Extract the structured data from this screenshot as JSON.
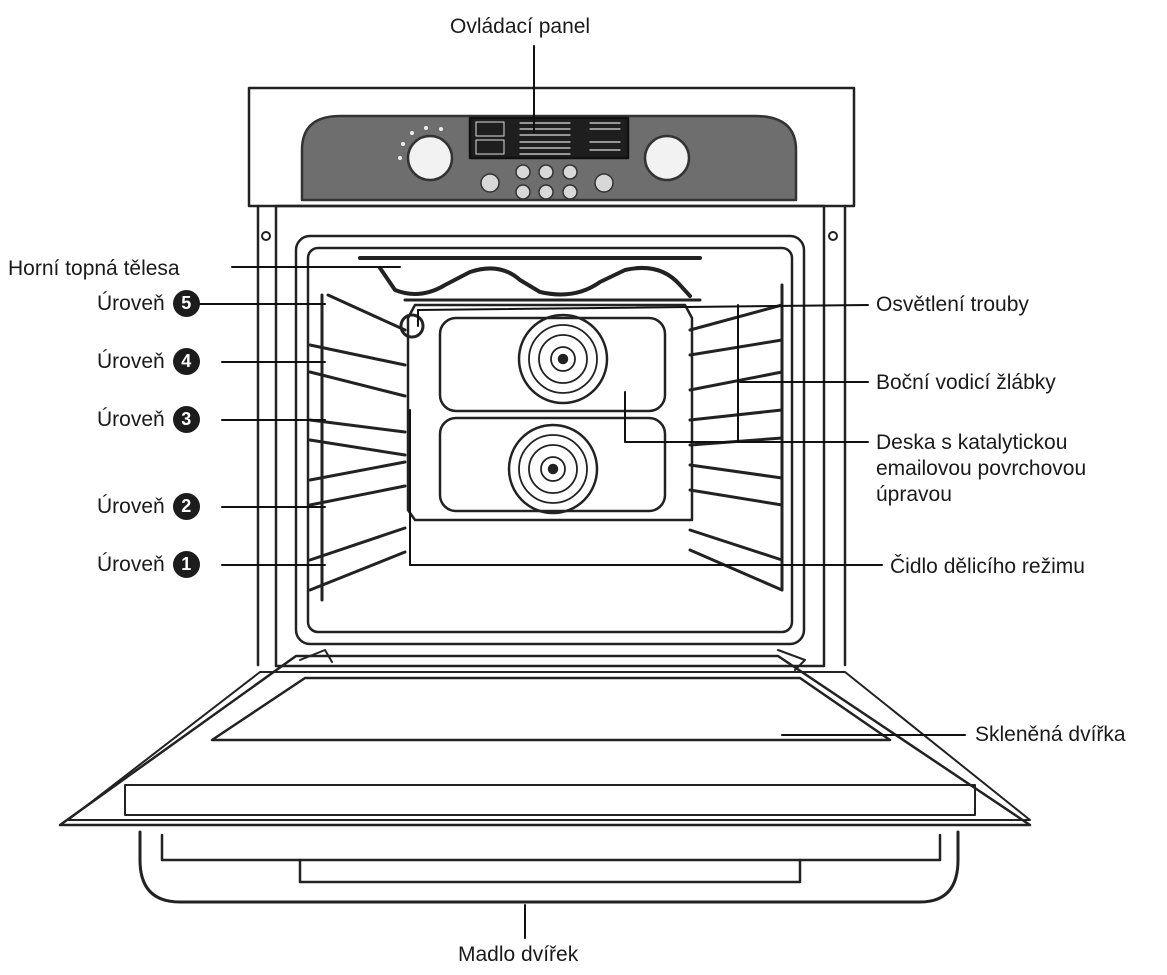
{
  "labels": {
    "control_panel": "Ovládací panel",
    "top_heating": "Horní topná tělesa",
    "oven_light": "Osvětlení trouby",
    "side_guides": "Boční vodicí žlábky",
    "catalytic_plate": [
      "Deska s katalytickou",
      "emailovou povrchovou",
      "úpravou"
    ],
    "divider_sensor": "Čidlo dělicího režimu",
    "glass_door": "Skleněná dvířka",
    "door_handle": "Madlo dvířek"
  },
  "levels": [
    {
      "text": "Úroveň",
      "num": "5"
    },
    {
      "text": "Úroveň",
      "num": "4"
    },
    {
      "text": "Úroveň",
      "num": "3"
    },
    {
      "text": "Úroveň",
      "num": "2"
    },
    {
      "text": "Úroveň",
      "num": "1"
    }
  ],
  "colors": {
    "panel": "#6e6e6e",
    "line": "#222222",
    "display": "#1e1e1e"
  }
}
